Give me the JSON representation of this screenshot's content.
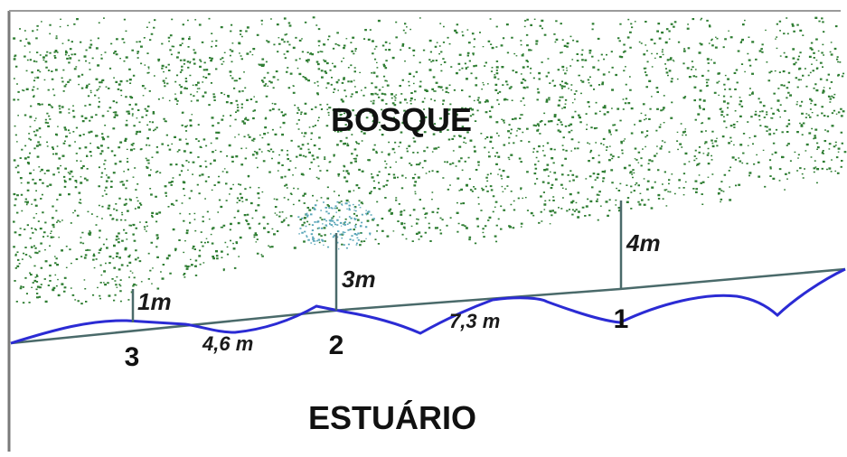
{
  "regions": {
    "forest": "BOSQUE",
    "estuary": "ESTUÁRIO"
  },
  "points": {
    "p1": "1",
    "p2": "2",
    "p3": "3"
  },
  "heights": {
    "p1": "4m",
    "p2": "3m",
    "p3": "1m"
  },
  "distances": {
    "p3_p2": "4,6 m",
    "p2_p1": "7,3 m"
  },
  "colors": {
    "vegetation": "#2e7d32",
    "small_tree": "#5aa6b8",
    "waterline": "#2b2bd4",
    "reference_line": "#4a6a6a",
    "height_line": "#4a6a6a",
    "border": "#7a7a7a"
  }
}
